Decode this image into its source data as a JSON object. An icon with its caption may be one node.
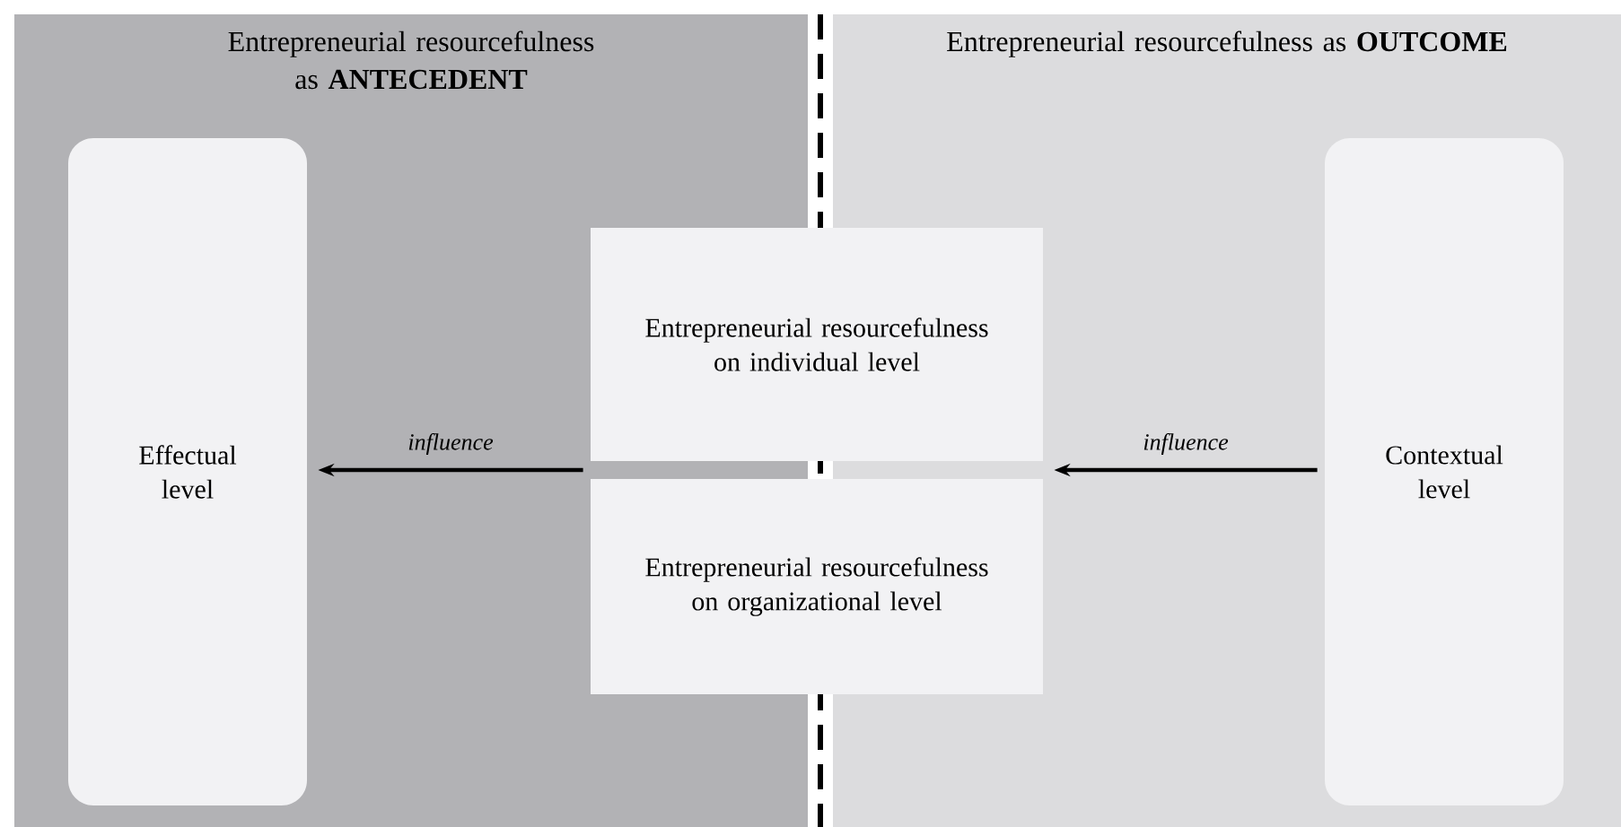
{
  "diagram": {
    "nodes": [
      {
        "text": [
          "Entrepreneurial resourcefulness as **ANTECEDENT**"
        ]
      },
      {
        "text": [
          "Entrepreneurial resourcefulness as **OUTCOME**"
        ]
      },
      {
        "text": [
          "Effectual level"
        ],
        "in": 0
      },
      {
        "text": [
          "Contextual level"
        ],
        "in": 1
      },
      {
        "text": [
          "Entrepreneurial resourcefulness on individual level"
        ]
      },
      {
        "text": [
          "Entrepreneurial resourcefulness on organizational level"
        ]
      }
    ],
    "edges": [
      {
        "from": 4,
        "to": 2,
        "arrow": "to",
        "label": "influence"
      },
      {
        "from": 3,
        "to": 4,
        "arrow": "to",
        "label": "influence"
      }
    ]
  }
}
